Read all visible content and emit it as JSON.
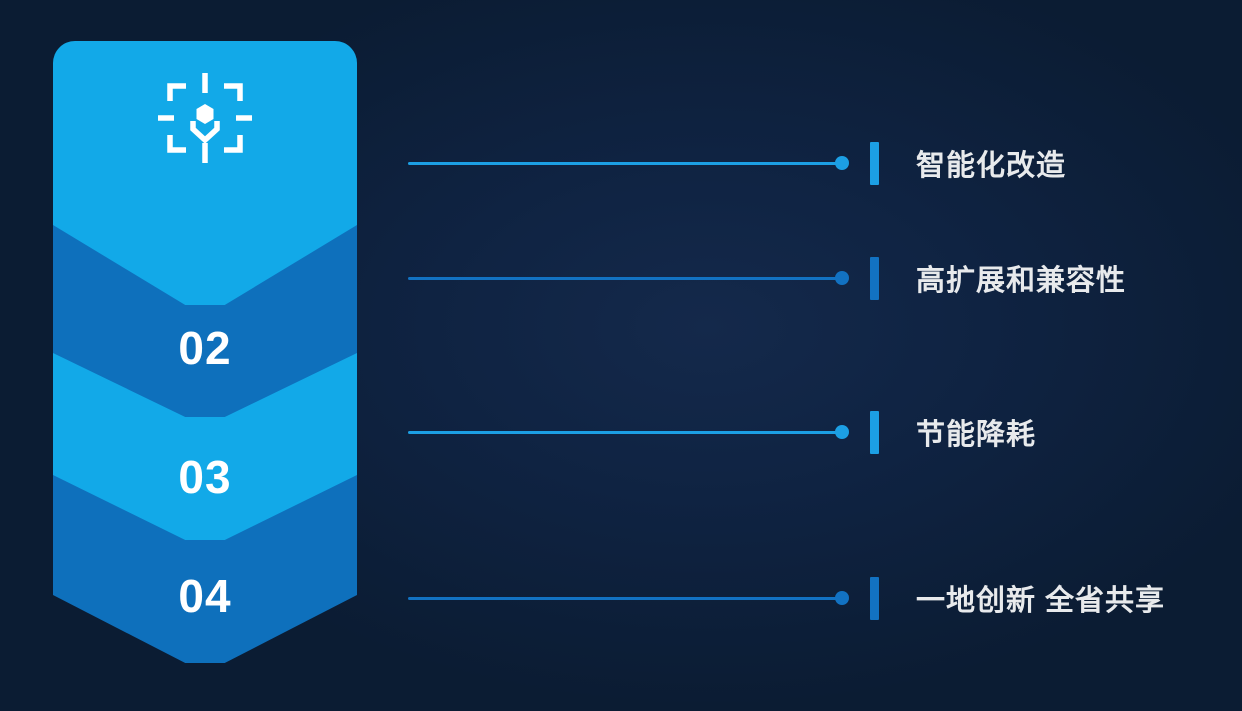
{
  "slide": {
    "background_center_color": "#14294B",
    "background_edge_color": "#0B1C33",
    "palette": {
      "chevron_light_blue": "#12A9E8",
      "chevron_dark_blue": "#0E70BC",
      "accent_bright_blue": "#1C9FE4",
      "accent_dark_blue": "#1272C2",
      "number_text_color": "#FFFFFF",
      "label_text_color": "#E8EAEC"
    }
  },
  "chevron_stack": {
    "icon": "scan-target-cube-icon",
    "steps": [
      {
        "number": "",
        "tone": "light",
        "has_icon": true
      },
      {
        "number": "02",
        "tone": "dark"
      },
      {
        "number": "03",
        "tone": "light"
      },
      {
        "number": "04",
        "tone": "dark"
      }
    ]
  },
  "features": [
    {
      "label": "智能化改造",
      "tone": "bright"
    },
    {
      "label": "高扩展和兼容性",
      "tone": "dark"
    },
    {
      "label": "节能降耗",
      "tone": "bright"
    },
    {
      "label": "一地创新 全省共享",
      "tone": "dark"
    }
  ]
}
